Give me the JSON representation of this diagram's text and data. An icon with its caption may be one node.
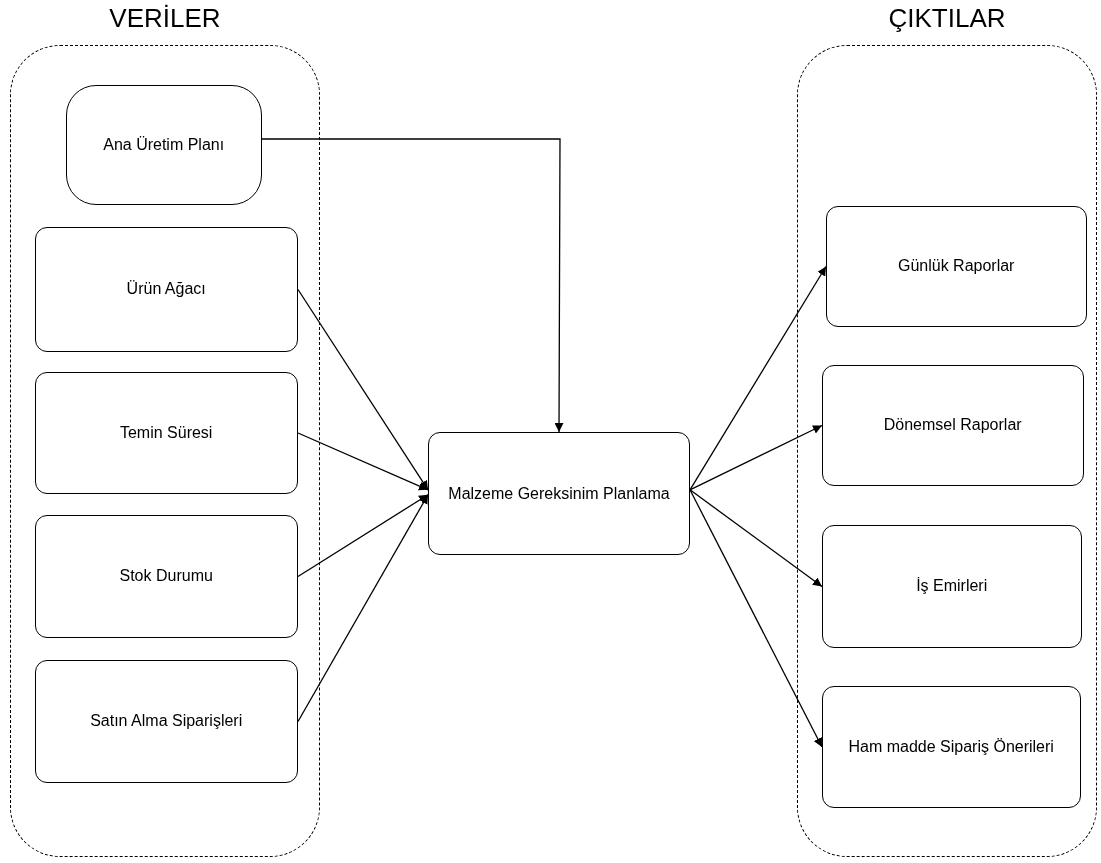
{
  "diagram": {
    "nodes": [
      {
        "text": [
          "VERİLER"
        ]
      },
      {
        "text": [
          "Ana Üretim Planı"
        ],
        "in": 0
      },
      {
        "text": [
          "Ürün Ağacı"
        ],
        "in": 0
      },
      {
        "text": [
          "Temin Süresi"
        ],
        "in": 0
      },
      {
        "text": [
          "Stok Durumu"
        ],
        "in": 0
      },
      {
        "text": [
          "Satın Alma Siparişleri"
        ],
        "in": 0
      },
      {
        "text": [
          "Malzeme Gereksinim Planlama"
        ]
      },
      {
        "text": [
          "ÇIKTILAR"
        ]
      },
      {
        "text": [
          "Günlük Raporlar"
        ],
        "in": 7
      },
      {
        "text": [
          "Dönemsel Raporlar"
        ],
        "in": 7
      },
      {
        "text": [
          "İş Emirleri"
        ],
        "in": 7
      },
      {
        "text": [
          "Ham madde Sipariş Önerileri"
        ],
        "in": 7
      }
    ],
    "edges": [
      {
        "from": 1,
        "to": 6,
        "arrow": "to"
      },
      {
        "from": 2,
        "to": 6,
        "arrow": "to"
      },
      {
        "from": 3,
        "to": 6,
        "arrow": "to"
      },
      {
        "from": 4,
        "to": 6,
        "arrow": "to"
      },
      {
        "from": 5,
        "to": 6,
        "arrow": "to"
      },
      {
        "from": 6,
        "to": 8,
        "arrow": "to"
      },
      {
        "from": 6,
        "to": 9,
        "arrow": "to"
      },
      {
        "from": 6,
        "to": 10,
        "arrow": "to"
      },
      {
        "from": 6,
        "to": 11,
        "arrow": "to"
      }
    ]
  }
}
